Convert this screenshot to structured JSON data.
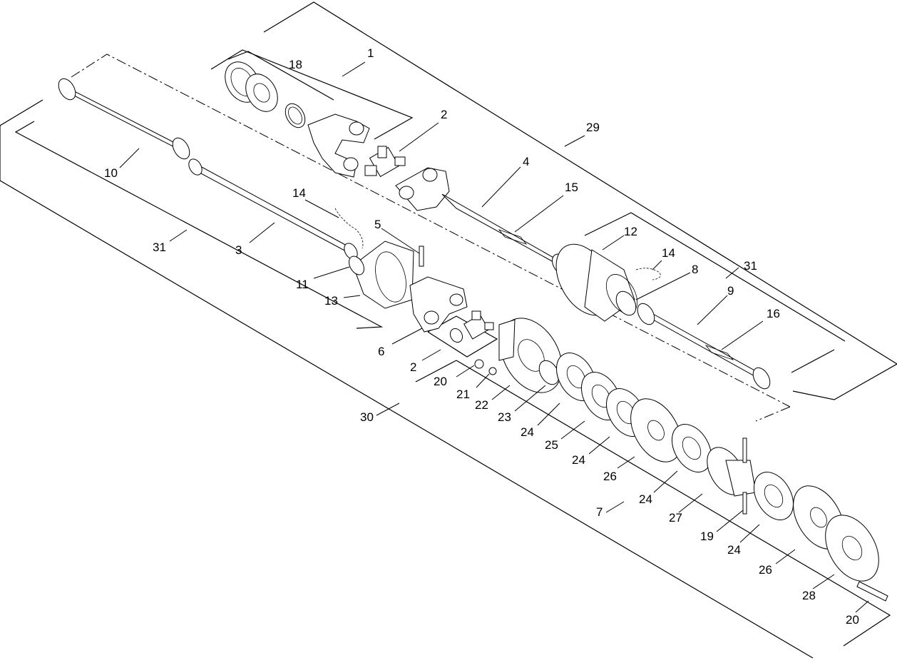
{
  "diagram": {
    "callouts": [
      "1",
      "2",
      "4",
      "15",
      "29",
      "18",
      "10",
      "14",
      "5",
      "31",
      "3",
      "11",
      "13",
      "12",
      "14",
      "8",
      "31",
      "9",
      "16",
      "6",
      "2",
      "20",
      "21",
      "22",
      "23",
      "24",
      "25",
      "24",
      "26",
      "24",
      "27",
      "7",
      "19",
      "24",
      "26",
      "28",
      "20",
      "30"
    ]
  }
}
